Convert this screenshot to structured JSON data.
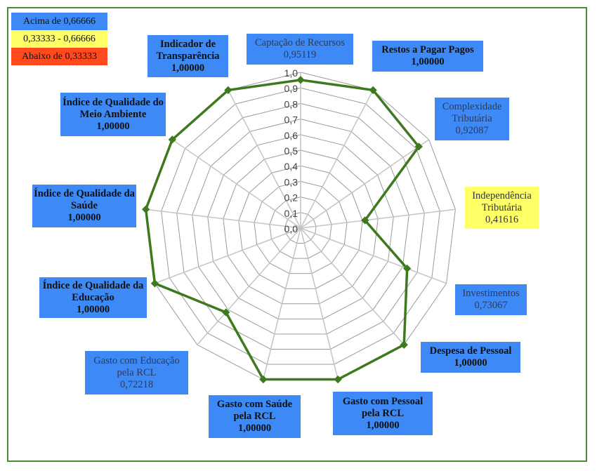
{
  "legend": [
    {
      "label": "Acima de 0,66666",
      "color": "#3d89f5"
    },
    {
      "label": "0,33333 - 0,66666",
      "color": "#ffff66"
    },
    {
      "label": "Abaixo de 0,33333",
      "color": "#ff4a1e"
    }
  ],
  "chart_data": {
    "type": "radar",
    "rmin": 0,
    "rmax": 1,
    "step": 0.1,
    "ticks": [
      "0,0",
      "0,1",
      "0,2",
      "0,3",
      "0,4",
      "0,5",
      "0,6",
      "0,7",
      "0,8",
      "0,9",
      "1,0"
    ],
    "series_color": "#3d7a1e",
    "categories": [
      {
        "name": "Captação de Recursos",
        "value": 0.95119,
        "label": "0,95119",
        "bold": false,
        "band": "blue"
      },
      {
        "name": "Restos a Pagar Pagos",
        "value": 1.0,
        "label": "1,00000",
        "bold": true,
        "band": "blue"
      },
      {
        "name": "Complexidade Tributária",
        "value": 0.92087,
        "label": "0,92087",
        "bold": false,
        "band": "blue"
      },
      {
        "name": "Independência Tributária",
        "value": 0.41616,
        "label": "0,41616",
        "bold": false,
        "band": "yellow"
      },
      {
        "name": "Investimentos",
        "value": 0.73067,
        "label": "0,73067",
        "bold": false,
        "band": "blue"
      },
      {
        "name": "Despesa de Pessoal",
        "value": 1.0,
        "label": "1,00000",
        "bold": true,
        "band": "blue"
      },
      {
        "name": "Gasto com Pessoal pela RCL",
        "value": 1.0,
        "label": "1,00000",
        "bold": true,
        "band": "blue"
      },
      {
        "name": "Gasto com Saúde pela RCL",
        "value": 1.0,
        "label": "1,00000",
        "bold": true,
        "band": "blue"
      },
      {
        "name": "Gasto com Educação pela RCL",
        "value": 0.72218,
        "label": "0,72218",
        "bold": false,
        "band": "blue"
      },
      {
        "name": "Índice de Qualidade da Educação",
        "value": 1.0,
        "label": "1,00000",
        "bold": true,
        "band": "blue"
      },
      {
        "name": "Índice de Qualidade da Saúde",
        "value": 1.0,
        "label": "1,00000",
        "bold": true,
        "band": "blue"
      },
      {
        "name": "Índice de Qualidade do Meio Ambiente",
        "value": 1.0,
        "label": "1,00000",
        "bold": true,
        "band": "blue"
      },
      {
        "name": "Indicador de Transparência",
        "value": 1.0,
        "label": "1,00000",
        "bold": true,
        "band": "blue"
      }
    ]
  }
}
